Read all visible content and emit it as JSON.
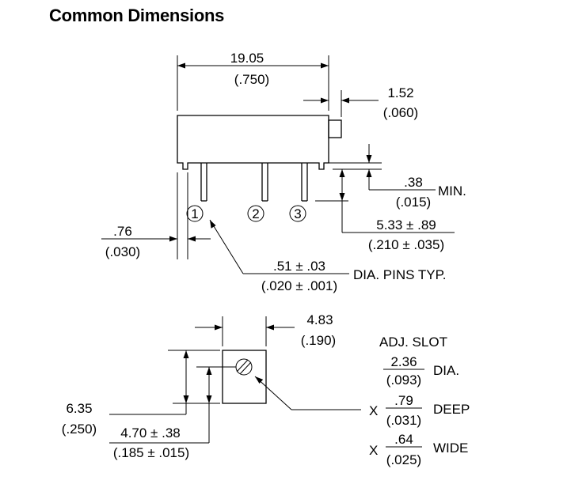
{
  "title": "Common Dimensions",
  "side_view": {
    "overall_length": {
      "mm": "19.05",
      "in": "(.750)"
    },
    "knob_protrusion": {
      "mm": "1.52",
      "in": "(.060)"
    },
    "standoff": {
      "mm": ".38",
      "in": "(.015)",
      "note": "MIN."
    },
    "pin_length": {
      "mm": "5.33 ± .89",
      "in": "(.210 ± .035)"
    },
    "pin_edge_offset": {
      "mm": ".76",
      "in": "(.030)"
    },
    "pin_diameter": {
      "mm": ".51 ± .03",
      "in": "(.020 ± .001)",
      "note": "DIA. PINS TYP."
    },
    "pin_numbers": [
      "1",
      "2",
      "3"
    ]
  },
  "end_view": {
    "width": {
      "mm": "4.83",
      "in": "(.190)"
    },
    "height": {
      "mm": "6.35",
      "in": "(.250)"
    },
    "slot_height": {
      "mm": "4.70 ± .38",
      "in": "(.185 ± .015)"
    },
    "adj_slot": {
      "heading": "ADJ. SLOT",
      "diameter": {
        "mm": "2.36",
        "in": "(.093)",
        "note": "DIA."
      },
      "depth": {
        "prefix": "X",
        "mm": ".79",
        "in": "(.031)",
        "note": "DEEP"
      },
      "width": {
        "prefix": "X",
        "mm": ".64",
        "in": "(.025)",
        "note": "WIDE"
      }
    }
  }
}
